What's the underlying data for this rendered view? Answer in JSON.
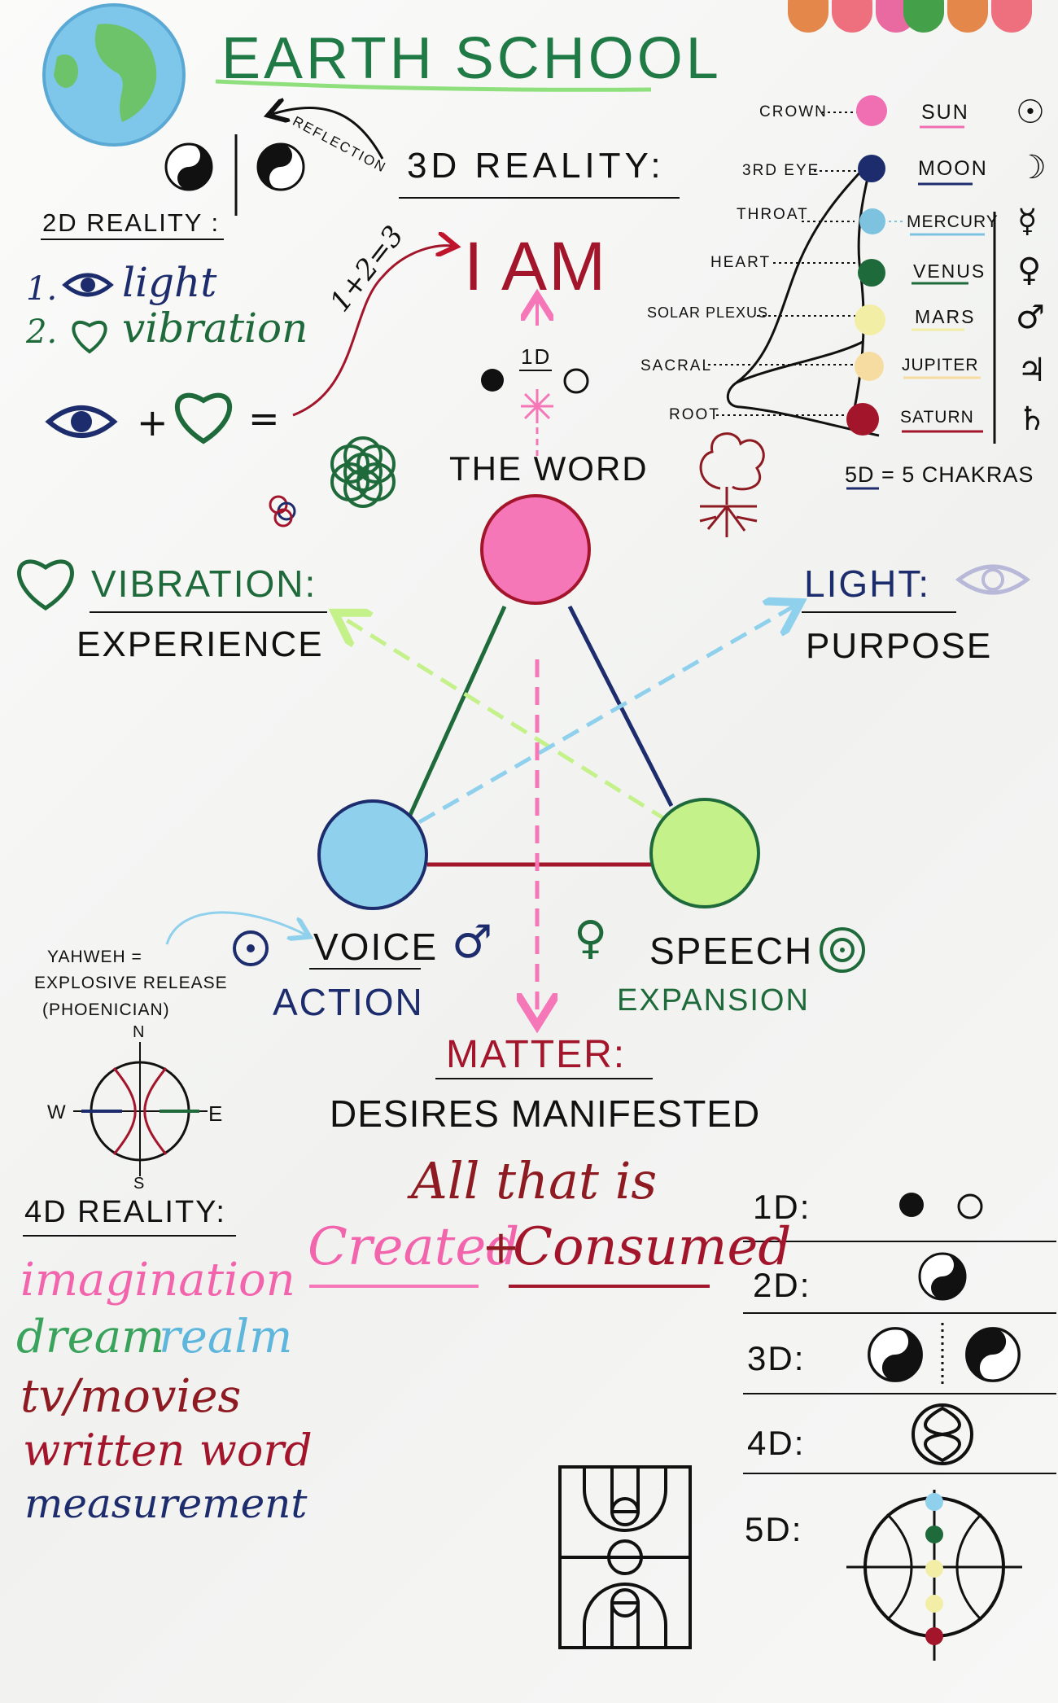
{
  "header": {
    "title": "EARTH SCHOOL"
  },
  "top_left": {
    "reflection": "REFLECTION",
    "three_d_title": "3D REALITY:",
    "two_d_title": "2D REALITY :",
    "items": [
      {
        "num": "1.",
        "word": "light"
      },
      {
        "num": "2.",
        "word": "vibration"
      }
    ],
    "formula_count": "1+2=3",
    "i_am": "I AM",
    "one_d": "1D",
    "the_word": "THE WORD"
  },
  "chakras": {
    "rows": [
      {
        "chakra": "CROWN",
        "planet": "SUN",
        "symbol": "☉",
        "color": "#f06fb3"
      },
      {
        "chakra": "3RD EYE",
        "planet": "MOON",
        "symbol": "☽",
        "color": "#1c2c6c"
      },
      {
        "chakra": "THROAT",
        "planet": "MERCURY",
        "symbol": "☿",
        "color": "#7dc3e0"
      },
      {
        "chakra": "HEART",
        "planet": "VENUS",
        "symbol": "♀",
        "color": "#1f6a3a"
      },
      {
        "chakra": "SOLAR PLEXUS",
        "planet": "MARS",
        "symbol": "♂",
        "color": "#f3eea6"
      },
      {
        "chakra": "SACRAL",
        "planet": "JUPITER",
        "symbol": "♃",
        "color": "#f6dca0"
      },
      {
        "chakra": "ROOT",
        "planet": "SATURN",
        "symbol": "♄",
        "color": "#a3152b"
      }
    ],
    "caption": "5D = 5 CHAKRAS"
  },
  "triangle": {
    "vibration": "VIBRATION:",
    "experience": "EXPERIENCE",
    "light": "LIGHT:",
    "purpose": "PURPOSE",
    "voice": "VOICE",
    "action": "ACTION",
    "speech": "SPEECH",
    "expansion": "EXPANSION",
    "colors": {
      "top": "#f577b8",
      "left": "#8fd0ec",
      "right": "#c5f18a"
    }
  },
  "yahweh": {
    "line1": "YAHWEH =",
    "line2": "EXPLOSIVE RELEASE",
    "line3": "(PHOENICIAN)"
  },
  "compass": {
    "n": "N",
    "s": "S",
    "e": "E",
    "w": "W"
  },
  "matter": {
    "title": "MATTER:",
    "subtitle": "DESIRES MANIFESTED",
    "line1": "All that is",
    "created": "Created",
    "plus": "+",
    "consumed": "Consumed"
  },
  "four_d": {
    "title": "4D REALITY:",
    "items": [
      {
        "text": "imagination",
        "color": "#f265ad"
      },
      {
        "text": "dream",
        "color": "#3aa35b"
      },
      {
        "text": "realm",
        "color": "#5fb6dd"
      },
      {
        "text": "tv/movies",
        "color": "#8e1a22"
      },
      {
        "text": "written word",
        "color": "#a3152b"
      },
      {
        "text": "measurement",
        "color": "#1c2c6c"
      }
    ]
  },
  "dimensions": [
    {
      "label": "1D:"
    },
    {
      "label": "2D:"
    },
    {
      "label": "3D:"
    },
    {
      "label": "4D:"
    },
    {
      "label": "5D:"
    }
  ],
  "magnets": [
    "#e4874a",
    "#ee6f7d",
    "#e86aa0",
    "#45a04a",
    "#e4874a",
    "#ee6f7d"
  ]
}
